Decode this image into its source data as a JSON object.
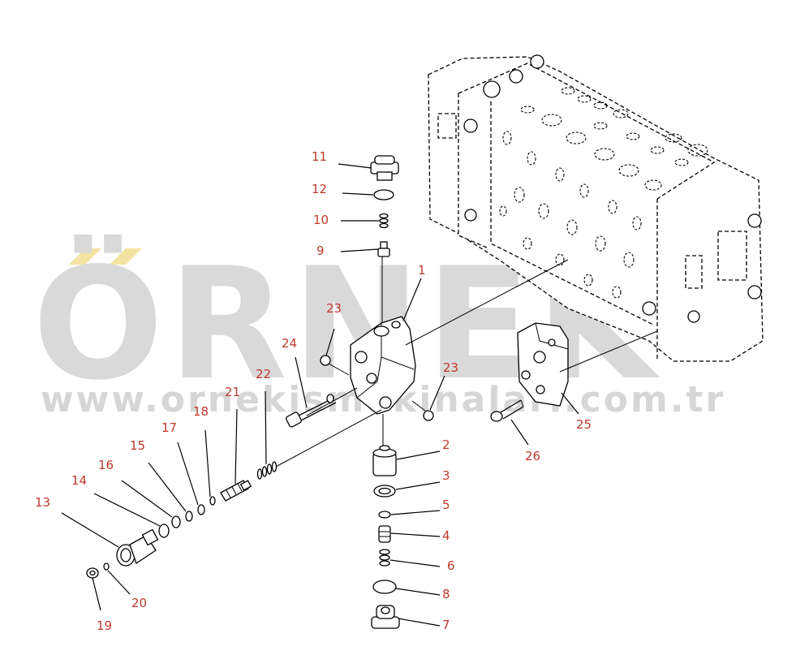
{
  "watermark": {
    "brand": "ÖRNEK",
    "url": "www.ornekismakinalari.com.tr",
    "accent_color": "#f2e3a2",
    "text_color": "#d9d9d9"
  },
  "label_color": "#c0392b",
  "callouts": [
    {
      "id": "1",
      "text": "1"
    },
    {
      "id": "2",
      "text": "2"
    },
    {
      "id": "3",
      "text": "3"
    },
    {
      "id": "4",
      "text": "4"
    },
    {
      "id": "5",
      "text": "5"
    },
    {
      "id": "6",
      "text": "6"
    },
    {
      "id": "7",
      "text": "7"
    },
    {
      "id": "8",
      "text": "8"
    },
    {
      "id": "9",
      "text": "9"
    },
    {
      "id": "10",
      "text": "10"
    },
    {
      "id": "11",
      "text": "11"
    },
    {
      "id": "12",
      "text": "12"
    },
    {
      "id": "13",
      "text": "13"
    },
    {
      "id": "14",
      "text": "14"
    },
    {
      "id": "15",
      "text": "15"
    },
    {
      "id": "16",
      "text": "16"
    },
    {
      "id": "17",
      "text": "17"
    },
    {
      "id": "18",
      "text": "18"
    },
    {
      "id": "19",
      "text": "19"
    },
    {
      "id": "20",
      "text": "20"
    },
    {
      "id": "21",
      "text": "21"
    },
    {
      "id": "22",
      "text": "22"
    },
    {
      "id": "23a",
      "text": "23"
    },
    {
      "id": "23b",
      "text": "23"
    },
    {
      "id": "24",
      "text": "24"
    },
    {
      "id": "25",
      "text": "25"
    },
    {
      "id": "26",
      "text": "26"
    }
  ]
}
